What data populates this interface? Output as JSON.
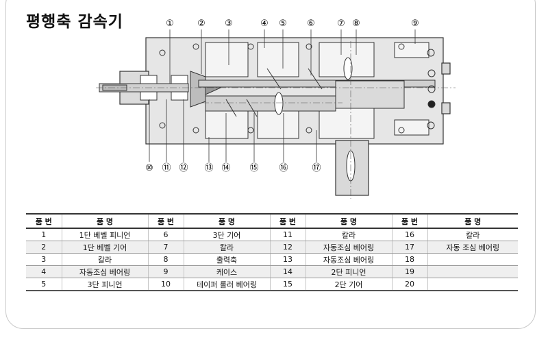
{
  "title": "평행축 감속기",
  "callouts_top": [
    "①",
    "②",
    "③",
    "④",
    "⑤",
    "⑥",
    "⑦",
    "⑧",
    "⑨"
  ],
  "callouts_bottom": [
    "⑩",
    "⑪",
    "⑫",
    "⑬",
    "⑭",
    "⑮",
    "⑯",
    "⑰"
  ],
  "table": {
    "headers": [
      "품 번",
      "품 명",
      "품 번",
      "품 명",
      "품 번",
      "품 명",
      "품 번",
      "품 명"
    ],
    "rows": [
      [
        "1",
        "1단 베벨 피니언",
        "6",
        "3단 기어",
        "11",
        "칼라",
        "16",
        "칼라"
      ],
      [
        "2",
        "1단 베벨 기어",
        "7",
        "칼라",
        "12",
        "자동조심 베어링",
        "17",
        "자동 조심 베어링"
      ],
      [
        "3",
        "칼라",
        "8",
        "출력축",
        "13",
        "자동조심 베어링",
        "18",
        ""
      ],
      [
        "4",
        "자동조심 베어링",
        "9",
        "케이스",
        "14",
        "2단 피니언",
        "19",
        ""
      ],
      [
        "5",
        "3단 피니언",
        "10",
        "테이퍼 롤러 베어링",
        "15",
        "2단 기어",
        "20",
        ""
      ]
    ]
  },
  "colors": {
    "housing": "#e6e6e6",
    "housing_dark": "#cfcfcf",
    "line": "#333333",
    "row_alt": "#efefef"
  }
}
